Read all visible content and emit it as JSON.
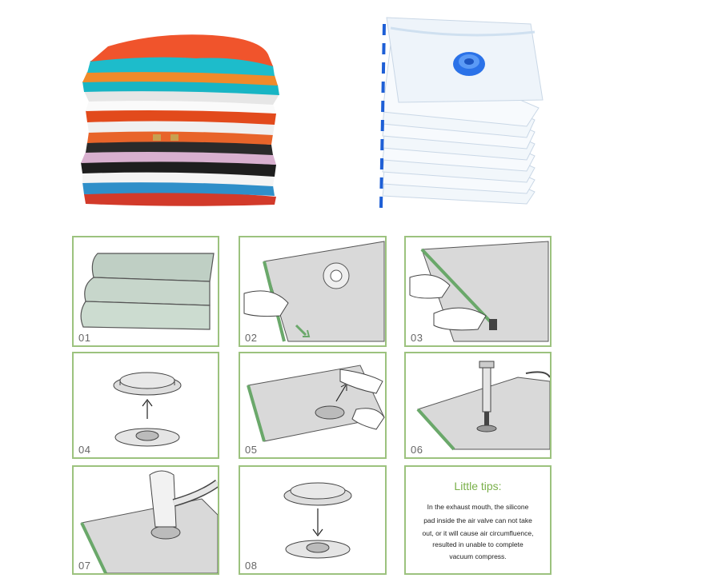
{
  "steps": [
    {
      "num": "01"
    },
    {
      "num": "02"
    },
    {
      "num": "03"
    },
    {
      "num": "04"
    },
    {
      "num": "05"
    },
    {
      "num": "06"
    },
    {
      "num": "07"
    },
    {
      "num": "08"
    }
  ],
  "tips": {
    "title": "Little tips:",
    "lines": [
      "In the exhaust mouth, the silicone",
      "pad inside the air valve can not take",
      "out, or it will cause air circumfluence,",
      "resulted in unable to complete",
      "vacuum compress."
    ]
  },
  "colors": {
    "panel_border": "#9cc27e",
    "tips_title": "#7ab04a",
    "bag_blue": "#1e5fd6"
  }
}
